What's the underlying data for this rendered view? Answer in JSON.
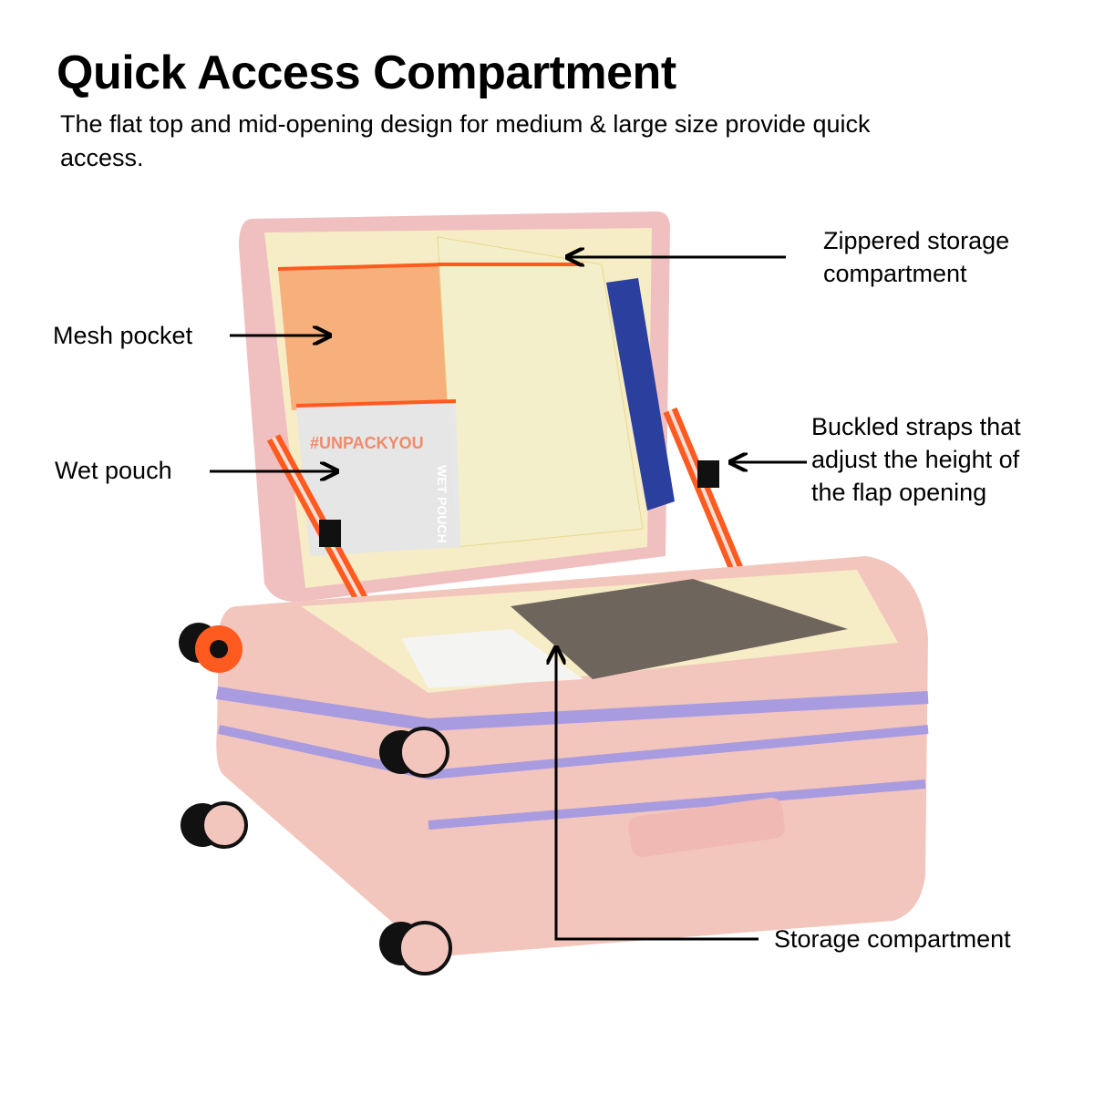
{
  "header": {
    "title": "Quick Access Compartment",
    "subtitle": "The flat top and mid-opening design for medium & large size provide quick access."
  },
  "callouts": {
    "zippered": "Zippered storage compartment",
    "mesh": "Mesh pocket",
    "wet": "Wet pouch",
    "straps": "Buckled straps that adjust the height of the flap opening",
    "storage": "Storage compartment"
  },
  "product_print": {
    "pouch_tag": "#UNPACKYOU",
    "pouch_label": "WET POUCH"
  },
  "colors": {
    "shell": "#f2c4bd",
    "lining": "#f5ecc4",
    "trim_orange": "#ff5a1f",
    "band_purple": "#a99be0"
  }
}
